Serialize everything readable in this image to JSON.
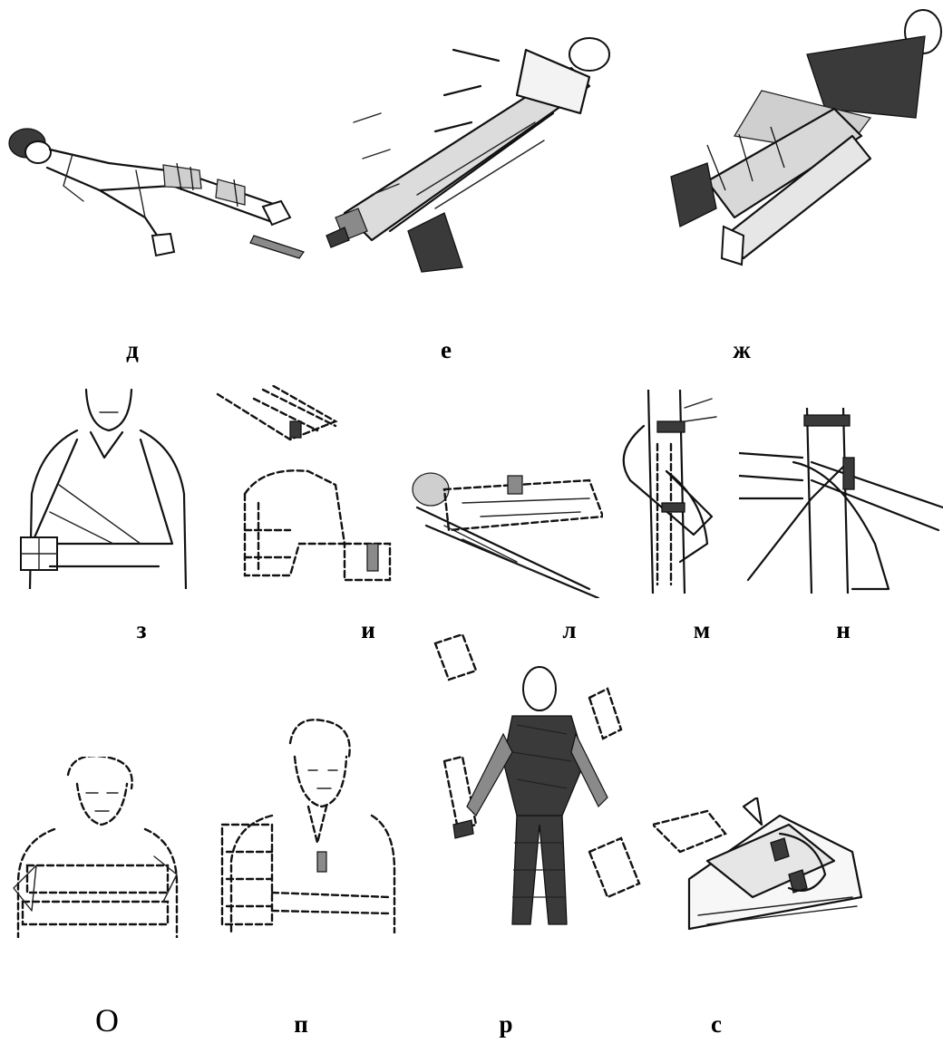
{
  "figure": {
    "labels": {
      "d": "д",
      "e": "е",
      "zh": "ж",
      "z": "з",
      "i": "и",
      "l": "л",
      "m": "м",
      "n": "н",
      "o": "О",
      "p": "п",
      "r": "р",
      "s": "с"
    },
    "illustrations": [
      "leg-bandaged-to-board",
      "leg-in-long-splint",
      "legs-bound-together",
      "arm-in-sling",
      "arm-splint-wire",
      "spine-on-board",
      "forearm-tied-to-plank",
      "forearm-strapped-to-plank",
      "arm-splinted-to-chest",
      "forearm-splinted-across-chest",
      "full-body-improvised-splints",
      "lower-leg-wrapped-in-pillow"
    ]
  }
}
